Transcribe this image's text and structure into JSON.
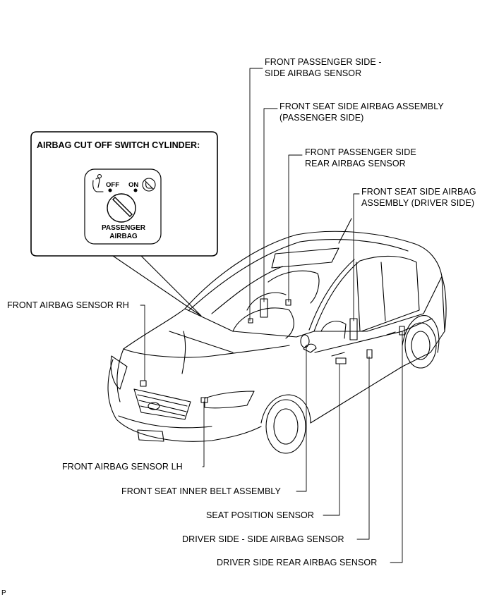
{
  "inset": {
    "title": "AIRBAG CUT OFF SWITCH CYLINDER:",
    "off_label": "OFF",
    "on_label": "ON",
    "caption_line1": "PASSENGER",
    "caption_line2": "AIRBAG"
  },
  "labels": {
    "front_passenger_side_side_airbag_sensor": [
      "FRONT PASSENGER SIDE -",
      "SIDE AIRBAG SENSOR"
    ],
    "front_seat_side_airbag_assembly_passenger": [
      "FRONT SEAT SIDE AIRBAG ASSEMBLY",
      "(PASSENGER SIDE)"
    ],
    "front_passenger_side_rear_airbag_sensor": [
      "FRONT PASSENGER SIDE",
      "REAR AIRBAG SENSOR"
    ],
    "front_seat_side_airbag_assembly_driver": [
      "FRONT SEAT SIDE AIRBAG",
      "ASSEMBLY (DRIVER SIDE)"
    ],
    "front_airbag_sensor_rh": "FRONT AIRBAG SENSOR RH",
    "front_airbag_sensor_lh": "FRONT AIRBAG SENSOR LH",
    "front_seat_inner_belt_assembly": "FRONT SEAT INNER BELT ASSEMBLY",
    "seat_position_sensor": "SEAT POSITION SENSOR",
    "driver_side_side_airbag_sensor": "DRIVER SIDE - SIDE AIRBAG SENSOR",
    "driver_side_rear_airbag_sensor": "DRIVER SIDE REAR AIRBAG SENSOR"
  },
  "figure_code": "P",
  "icons": [
    "seat-airbag-off-icon",
    "seat-airbag-on-icon",
    "key-slot-icon"
  ]
}
